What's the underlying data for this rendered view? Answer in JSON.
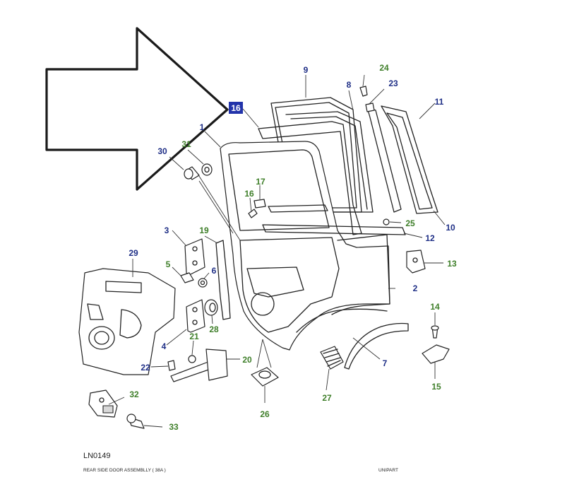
{
  "diagram": {
    "code": "LN0149",
    "caption": "REAR SIDE DOOR ASSEMBLLY ( 38A )",
    "brand": "UNIPART",
    "highlight_label": "16",
    "callouts": [
      {
        "id": "c1",
        "label": "1",
        "color": "blue"
      },
      {
        "id": "c2",
        "label": "2",
        "color": "blue"
      },
      {
        "id": "c3",
        "label": "3",
        "color": "blue"
      },
      {
        "id": "c4",
        "label": "4",
        "color": "blue"
      },
      {
        "id": "c5",
        "label": "5",
        "color": "green"
      },
      {
        "id": "c6",
        "label": "6",
        "color": "blue"
      },
      {
        "id": "c7",
        "label": "7",
        "color": "blue"
      },
      {
        "id": "c8",
        "label": "8",
        "color": "blue"
      },
      {
        "id": "c9",
        "label": "9",
        "color": "blue"
      },
      {
        "id": "c10",
        "label": "10",
        "color": "blue"
      },
      {
        "id": "c11",
        "label": "11",
        "color": "blue"
      },
      {
        "id": "c12",
        "label": "12",
        "color": "blue"
      },
      {
        "id": "c13",
        "label": "13",
        "color": "green"
      },
      {
        "id": "c14",
        "label": "14",
        "color": "green"
      },
      {
        "id": "c15",
        "label": "15",
        "color": "green"
      },
      {
        "id": "c16",
        "label": "16",
        "color": "green"
      },
      {
        "id": "c17",
        "label": "17",
        "color": "green"
      },
      {
        "id": "c19",
        "label": "19",
        "color": "green"
      },
      {
        "id": "c20",
        "label": "20",
        "color": "green"
      },
      {
        "id": "c21",
        "label": "21",
        "color": "green"
      },
      {
        "id": "c22",
        "label": "22",
        "color": "blue"
      },
      {
        "id": "c23",
        "label": "23",
        "color": "blue"
      },
      {
        "id": "c24",
        "label": "24",
        "color": "green"
      },
      {
        "id": "c25",
        "label": "25",
        "color": "green"
      },
      {
        "id": "c26",
        "label": "26",
        "color": "green"
      },
      {
        "id": "c27",
        "label": "27",
        "color": "green"
      },
      {
        "id": "c28",
        "label": "28",
        "color": "green"
      },
      {
        "id": "c29",
        "label": "29",
        "color": "blue"
      },
      {
        "id": "c30",
        "label": "30",
        "color": "blue"
      },
      {
        "id": "c31",
        "label": "31",
        "color": "green"
      },
      {
        "id": "c32",
        "label": "32",
        "color": "green"
      },
      {
        "id": "c33",
        "label": "33",
        "color": "green"
      }
    ],
    "colors": {
      "label_blue": "#1f2f86",
      "label_green": "#3f7f2a",
      "highlight_bg": "#2233aa",
      "highlight_text": "#ffffff"
    }
  }
}
